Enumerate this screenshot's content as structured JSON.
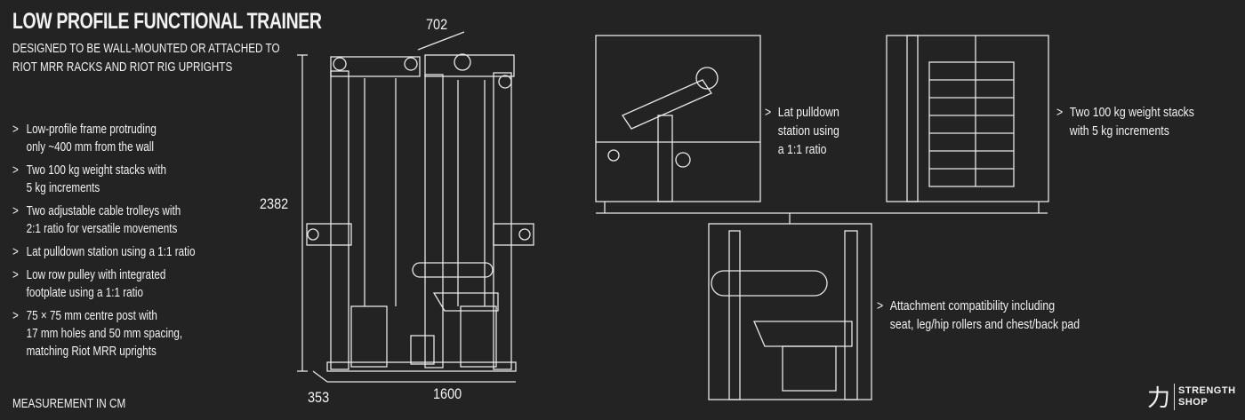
{
  "header": {
    "title": "LOW PROFILE FUNCTIONAL TRAINER",
    "subtitle_lines": [
      "DESIGNED TO BE WALL-MOUNTED OR ATTACHED TO",
      "RIOT MRR RACKS AND RIOT RIG UPRIGHTS"
    ]
  },
  "features": [
    {
      "lines": [
        "Low-profile frame protruding",
        "only ~400 mm from the wall"
      ]
    },
    {
      "lines": [
        "Two 100 kg weight stacks with",
        "5 kg increments"
      ]
    },
    {
      "lines": [
        "Two adjustable cable trolleys with",
        "2:1 ratio for versatile movements"
      ]
    },
    {
      "lines": [
        "Lat pulldown station using a 1:1 ratio"
      ]
    },
    {
      "lines": [
        "Low row pulley with integrated",
        "footplate using a 1:1 ratio"
      ]
    },
    {
      "lines": [
        "75 × 75 mm centre post with",
        "17 mm holes and 50 mm spacing,",
        "matching Riot MRR uprights"
      ]
    }
  ],
  "bullet_glyph": ">",
  "measurement_note": "MEASUREMENT IN CM",
  "dimensions": {
    "depth_top": "702",
    "height": "2382",
    "depth_bottom": "353",
    "width": "1600"
  },
  "callouts": [
    {
      "lines": [
        "Lat pulldown",
        "station using",
        "a 1:1 ratio"
      ]
    },
    {
      "lines": [
        "Two 100 kg weight stacks",
        "with 5 kg increments"
      ]
    },
    {
      "lines": [
        "Attachment compatibility including",
        "seat, leg/hip rollers and chest/back pad"
      ]
    }
  ],
  "brand": {
    "glyph": "力",
    "line1": "STRENGTH",
    "line2": "SHOP"
  },
  "colors": {
    "background": "#232323",
    "line": "#f2f2f2"
  }
}
